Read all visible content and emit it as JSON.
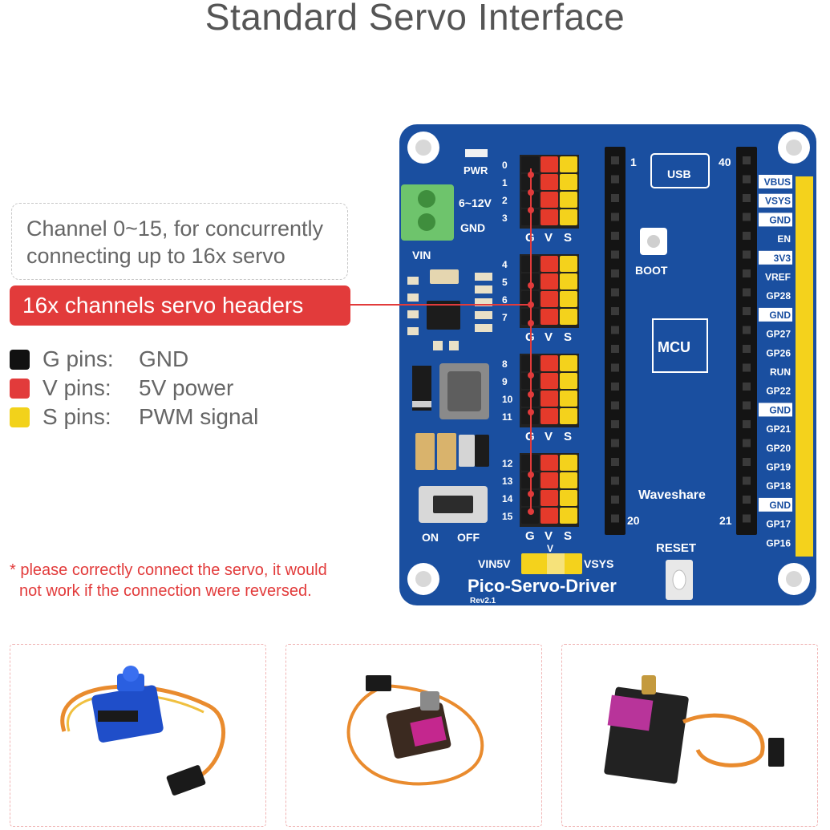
{
  "title": "Standard Servo Interface",
  "callout": {
    "line1": "Channel 0~15, for concurrently",
    "line2": "connecting up to 16x servo"
  },
  "banner": "16x channels servo headers",
  "legend": [
    {
      "label": "G pins:",
      "value": "GND",
      "color": "#111111"
    },
    {
      "label": "V pins:",
      "value": "5V power",
      "color": "#e23b3b"
    },
    {
      "label": "S pins:",
      "value": "PWM signal",
      "color": "#f2d21b"
    }
  ],
  "note": {
    "line1": "* please correctly connect the servo, it would",
    "line2": "not work if the connection were reversed."
  },
  "board": {
    "pwr": "PWR",
    "voltage": "6~12V",
    "gnd": "GND",
    "vin": "VIN",
    "boot": "BOOT",
    "mcu": "MCU",
    "usb": "USB",
    "brand": "Waveshare",
    "name": "Pico-Servo-Driver",
    "rev": "Rev2.1",
    "reset": "RESET",
    "on": "ON",
    "off": "OFF",
    "vin5v": "VIN5V",
    "vsys": "VSYS",
    "jumper_v": "V",
    "gvs": [
      "G",
      "V",
      "S"
    ],
    "channels": [
      "0",
      "1",
      "2",
      "3",
      "4",
      "5",
      "6",
      "7",
      "8",
      "9",
      "10",
      "11",
      "12",
      "13",
      "14",
      "15"
    ],
    "pin_1": "1",
    "pin_20": "20",
    "pin_21": "21",
    "pin_40": "40",
    "pico_pins": [
      "VBUS",
      "VSYS",
      "GND",
      "EN",
      "3V3",
      "VREF",
      "GP28",
      "GND",
      "GP27",
      "GP26",
      "RUN",
      "GP22",
      "GND",
      "GP21",
      "GP20",
      "GP19",
      "GP18",
      "GND",
      "GP17",
      "GP16"
    ],
    "boxed_pins": [
      0,
      1,
      2,
      4,
      7,
      12,
      17
    ],
    "colors": {
      "pcb": "#1a4fa0",
      "header_black": "#1a1a1a",
      "header_red": "#e53a2b",
      "header_yellow": "#f4d21c",
      "trace": "#e23b3b"
    }
  },
  "servo_panels": [
    "blue-micro-servo",
    "mg90s-metal-gear-servo",
    "standard-servo"
  ]
}
